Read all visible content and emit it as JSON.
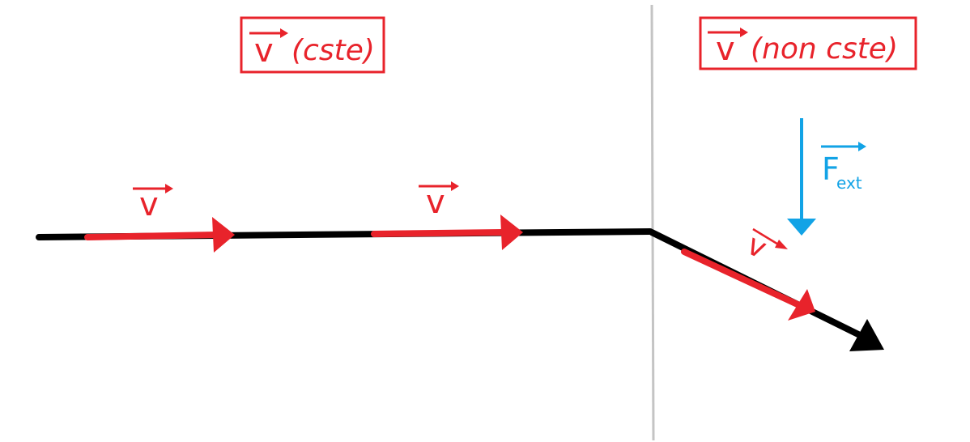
{
  "colors": {
    "velocity": "#e8232b",
    "force": "#12a3e6",
    "trajectory": "#000000",
    "divider": "#c4c4c4",
    "background": "#ffffff"
  },
  "left_panel": {
    "title_symbol": "v",
    "title_text": "(cste)",
    "vector_label_1": "v",
    "vector_label_2": "v"
  },
  "right_panel": {
    "title_symbol": "v",
    "title_text": "(non cste)",
    "velocity_label": "v",
    "force_label": "F",
    "force_subscript": "ext"
  }
}
